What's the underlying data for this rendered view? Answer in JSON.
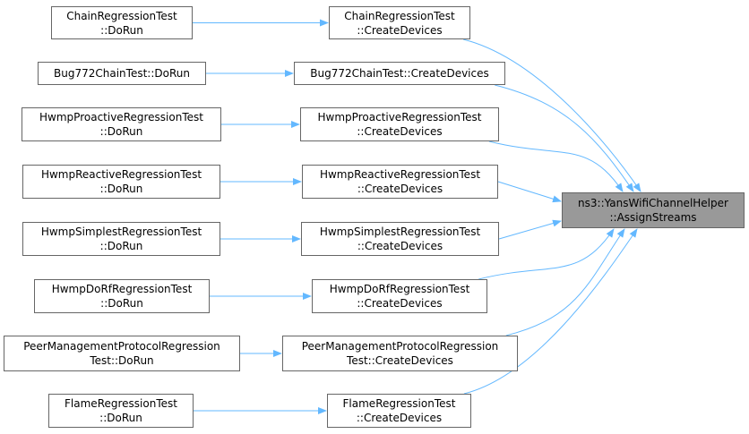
{
  "target": {
    "line1": "ns3::YansWifiChannelHelper",
    "line2": "::AssignStreams"
  },
  "callers": [
    {
      "line1": "ChainRegressionTest",
      "line2": "::CreateDevices"
    },
    {
      "line1": "Bug772ChainTest::CreateDevices",
      "line2": ""
    },
    {
      "line1": "HwmpProactiveRegressionTest",
      "line2": "::CreateDevices"
    },
    {
      "line1": "HwmpReactiveRegressionTest",
      "line2": "::CreateDevices"
    },
    {
      "line1": "HwmpSimplestRegressionTest",
      "line2": "::CreateDevices"
    },
    {
      "line1": "HwmpDoRfRegressionTest",
      "line2": "::CreateDevices"
    },
    {
      "line1": "PeerManagementProtocolRegression",
      "line2": "Test::CreateDevices"
    },
    {
      "line1": "FlameRegressionTest",
      "line2": "::CreateDevices"
    }
  ],
  "roots": [
    {
      "line1": "ChainRegressionTest",
      "line2": "::DoRun"
    },
    {
      "line1": "Bug772ChainTest::DoRun",
      "line2": ""
    },
    {
      "line1": "HwmpProactiveRegressionTest",
      "line2": "::DoRun"
    },
    {
      "line1": "HwmpReactiveRegressionTest",
      "line2": "::DoRun"
    },
    {
      "line1": "HwmpSimplestRegressionTest",
      "line2": "::DoRun"
    },
    {
      "line1": "HwmpDoRfRegressionTest",
      "line2": "::DoRun"
    },
    {
      "line1": "PeerManagementProtocolRegression",
      "line2": "Test::DoRun"
    },
    {
      "line1": "FlameRegressionTest",
      "line2": "::DoRun"
    }
  ],
  "colors": {
    "edge": "#63b8ff",
    "target_fill": "#999999",
    "node_border": "#666666"
  }
}
